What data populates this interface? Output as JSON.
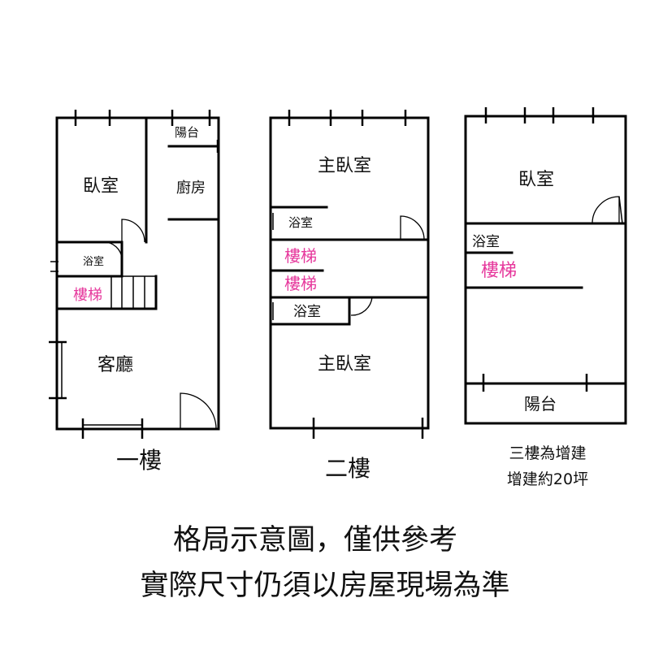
{
  "floor1": {
    "name": "一樓",
    "rooms": {
      "bedroom": "臥室",
      "balcony": "陽台",
      "kitchen": "廚房",
      "bathroom": "浴室",
      "stairs": "樓梯",
      "living": "客廳"
    }
  },
  "floor2": {
    "name": "二樓",
    "rooms": {
      "master_top": "主臥室",
      "bath_top": "浴室",
      "stairs_a": "樓梯",
      "stairs_b": "樓梯",
      "bath_bottom": "浴室",
      "master_bottom": "主臥室"
    }
  },
  "floor3": {
    "note_line1": "三樓為增建",
    "note_line2": "增建約20坪",
    "rooms": {
      "bedroom": "臥室",
      "bathroom": "浴室",
      "stairs": "樓梯",
      "balcony": "陽台"
    }
  },
  "caption": {
    "line1": "格局示意圖，僅供參考",
    "line2": "實際尺寸仍須以房屋現場為準"
  },
  "colors": {
    "line": "#000000",
    "stairs_label": "#e6389c",
    "background": "#ffffff"
  }
}
